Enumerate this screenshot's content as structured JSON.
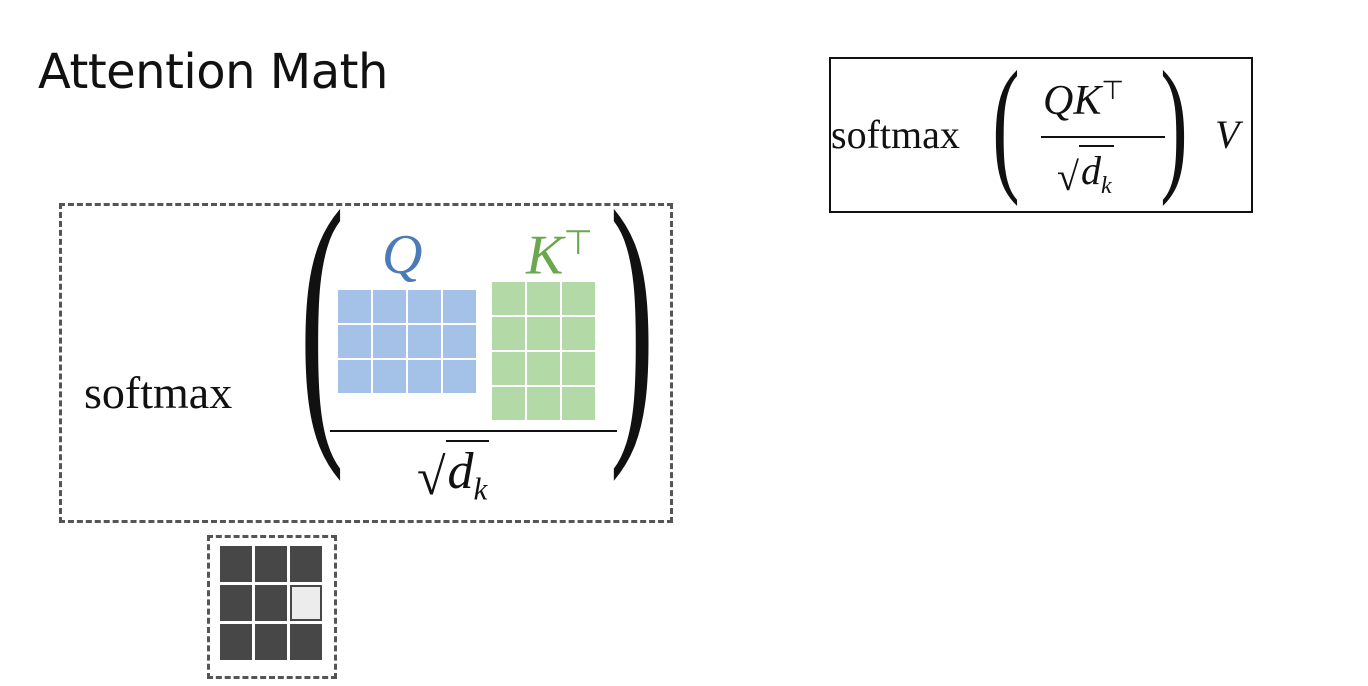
{
  "title": "Attention Math",
  "formula": {
    "softmax": "softmax",
    "numerator_base": "QK",
    "transpose": "⊤",
    "radicand": "d",
    "subscript": "k",
    "value": "V"
  },
  "diagram": {
    "softmax": "softmax",
    "q_label": "Q",
    "k_label": "K",
    "k_transpose": "⊤",
    "radicand": "d",
    "subscript": "k",
    "q_grid": {
      "rows": 3,
      "cols": 4,
      "color": "#a4c2e8"
    },
    "k_grid": {
      "rows": 4,
      "cols": 3,
      "color": "#b3d9a6"
    },
    "q_color": "#4a7ab8",
    "k_color": "#6aa84f"
  },
  "attention_grid": {
    "rows": 3,
    "cols": 3,
    "highlighted_cell": 5,
    "dark_color": "#474747",
    "light_color": "#ececec"
  }
}
